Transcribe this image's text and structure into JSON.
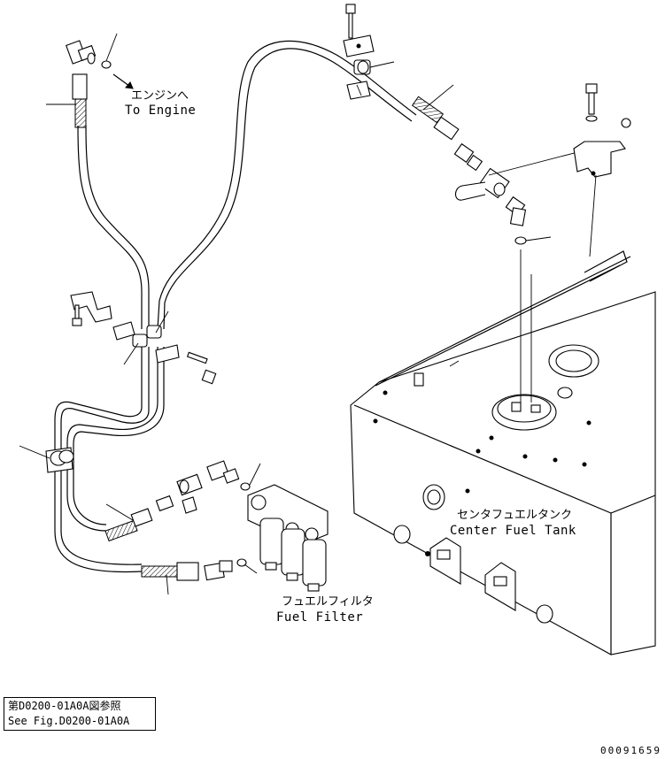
{
  "labels": {
    "to_engine_jp": "エンジンへ",
    "to_engine_en": "To Engine",
    "center_tank_jp": "センタフュエルタンク",
    "center_tank_en": "Center Fuel Tank",
    "fuel_filter_jp": "フュエルフィルタ",
    "fuel_filter_en": "Fuel Filter"
  },
  "reference": {
    "line1": "第D0200-01A0A図参照",
    "line2": "See Fig.D0200-01A0A"
  },
  "document_number": "00091659"
}
